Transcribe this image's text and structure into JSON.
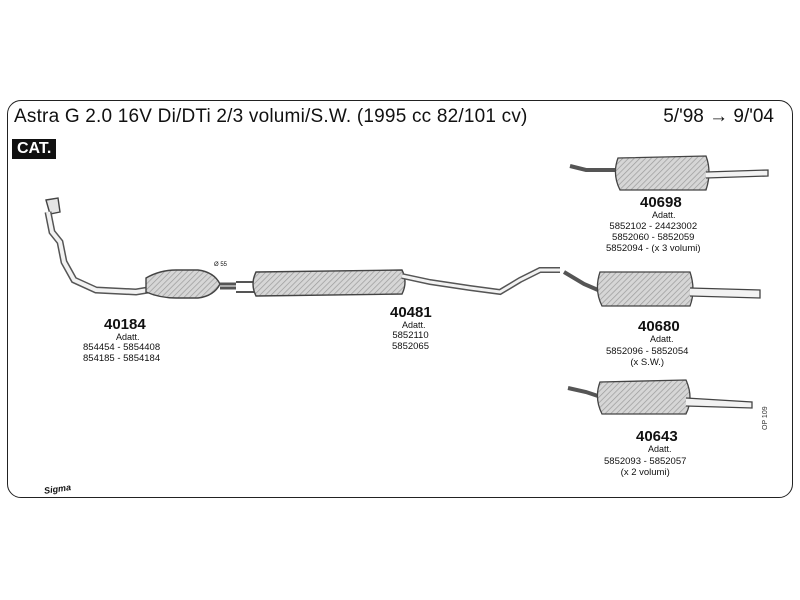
{
  "header": {
    "title": "Astra G 2.0 16V Di/DTi 2/3 volumi/S.W. (1995 cc 82/101 cv)",
    "date_range": "5/'98 → 9/'04",
    "badge": "CAT."
  },
  "parts": {
    "p40184": {
      "code": "40184",
      "adatt": "Adatt.",
      "refs": [
        "854454 - 5854408",
        "854185 - 5854184"
      ]
    },
    "p40481": {
      "code": "40481",
      "adatt": "Adatt.",
      "refs": [
        "5852110",
        "5852065"
      ]
    },
    "p40698": {
      "code": "40698",
      "adatt": "Adatt.",
      "refs": [
        "5852102 - 24423002",
        "5852060 - 5852059",
        "5852094 - (x 3 volumi)"
      ]
    },
    "p40680": {
      "code": "40680",
      "adatt": "Adatt.",
      "refs": [
        "5852096 - 5852054",
        "(x S.W.)"
      ]
    },
    "p40643": {
      "code": "40643",
      "adatt": "Adatt.",
      "refs": [
        "5852093 - 5852057",
        "(x 2 volumi)"
      ]
    }
  },
  "pipe_diameter": "Ø 55",
  "side_code": "OP 109",
  "logo": "Sigma"
}
